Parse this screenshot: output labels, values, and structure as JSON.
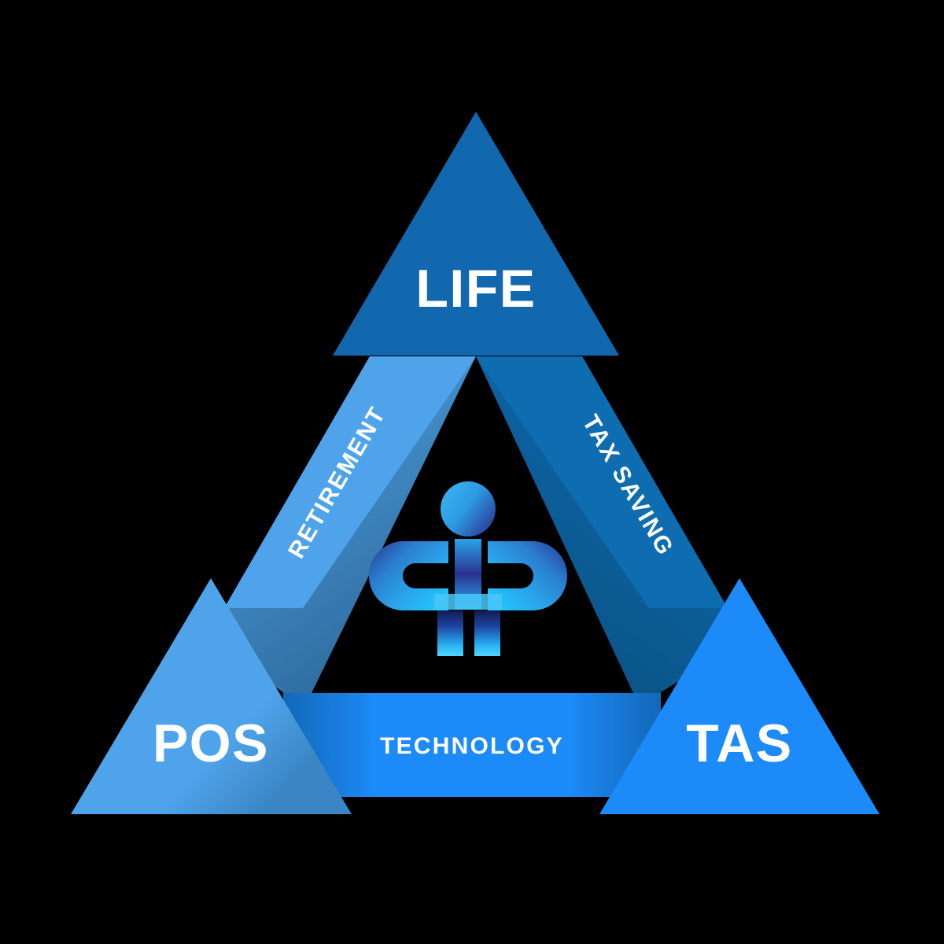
{
  "diagram": {
    "type": "triangle-framework",
    "background_color": "#000000",
    "corners": [
      {
        "id": "life",
        "label": "LIFE",
        "position": "top",
        "color": "#1268AE"
      },
      {
        "id": "pos",
        "label": "POS",
        "position": "bottom-left",
        "color": "#4FA3EA"
      },
      {
        "id": "tas",
        "label": "TAS",
        "position": "bottom-right",
        "color": "#1C8AF8"
      }
    ],
    "sides": [
      {
        "id": "retirement",
        "label": "RETIREMENT",
        "position": "left",
        "color": "#4FA3EA"
      },
      {
        "id": "tax-saving",
        "label": "TAX SAVING",
        "position": "right",
        "color": "#0E6CB0"
      },
      {
        "id": "technology",
        "label": "TECHNOLOGY",
        "position": "bottom",
        "color": "#1C8AF8"
      }
    ],
    "center_icon": {
      "name": "person-figure-icon",
      "gradient_light": "#34AEEE",
      "gradient_dark": "#2B2C8C",
      "accent": "#18A8F0"
    }
  }
}
